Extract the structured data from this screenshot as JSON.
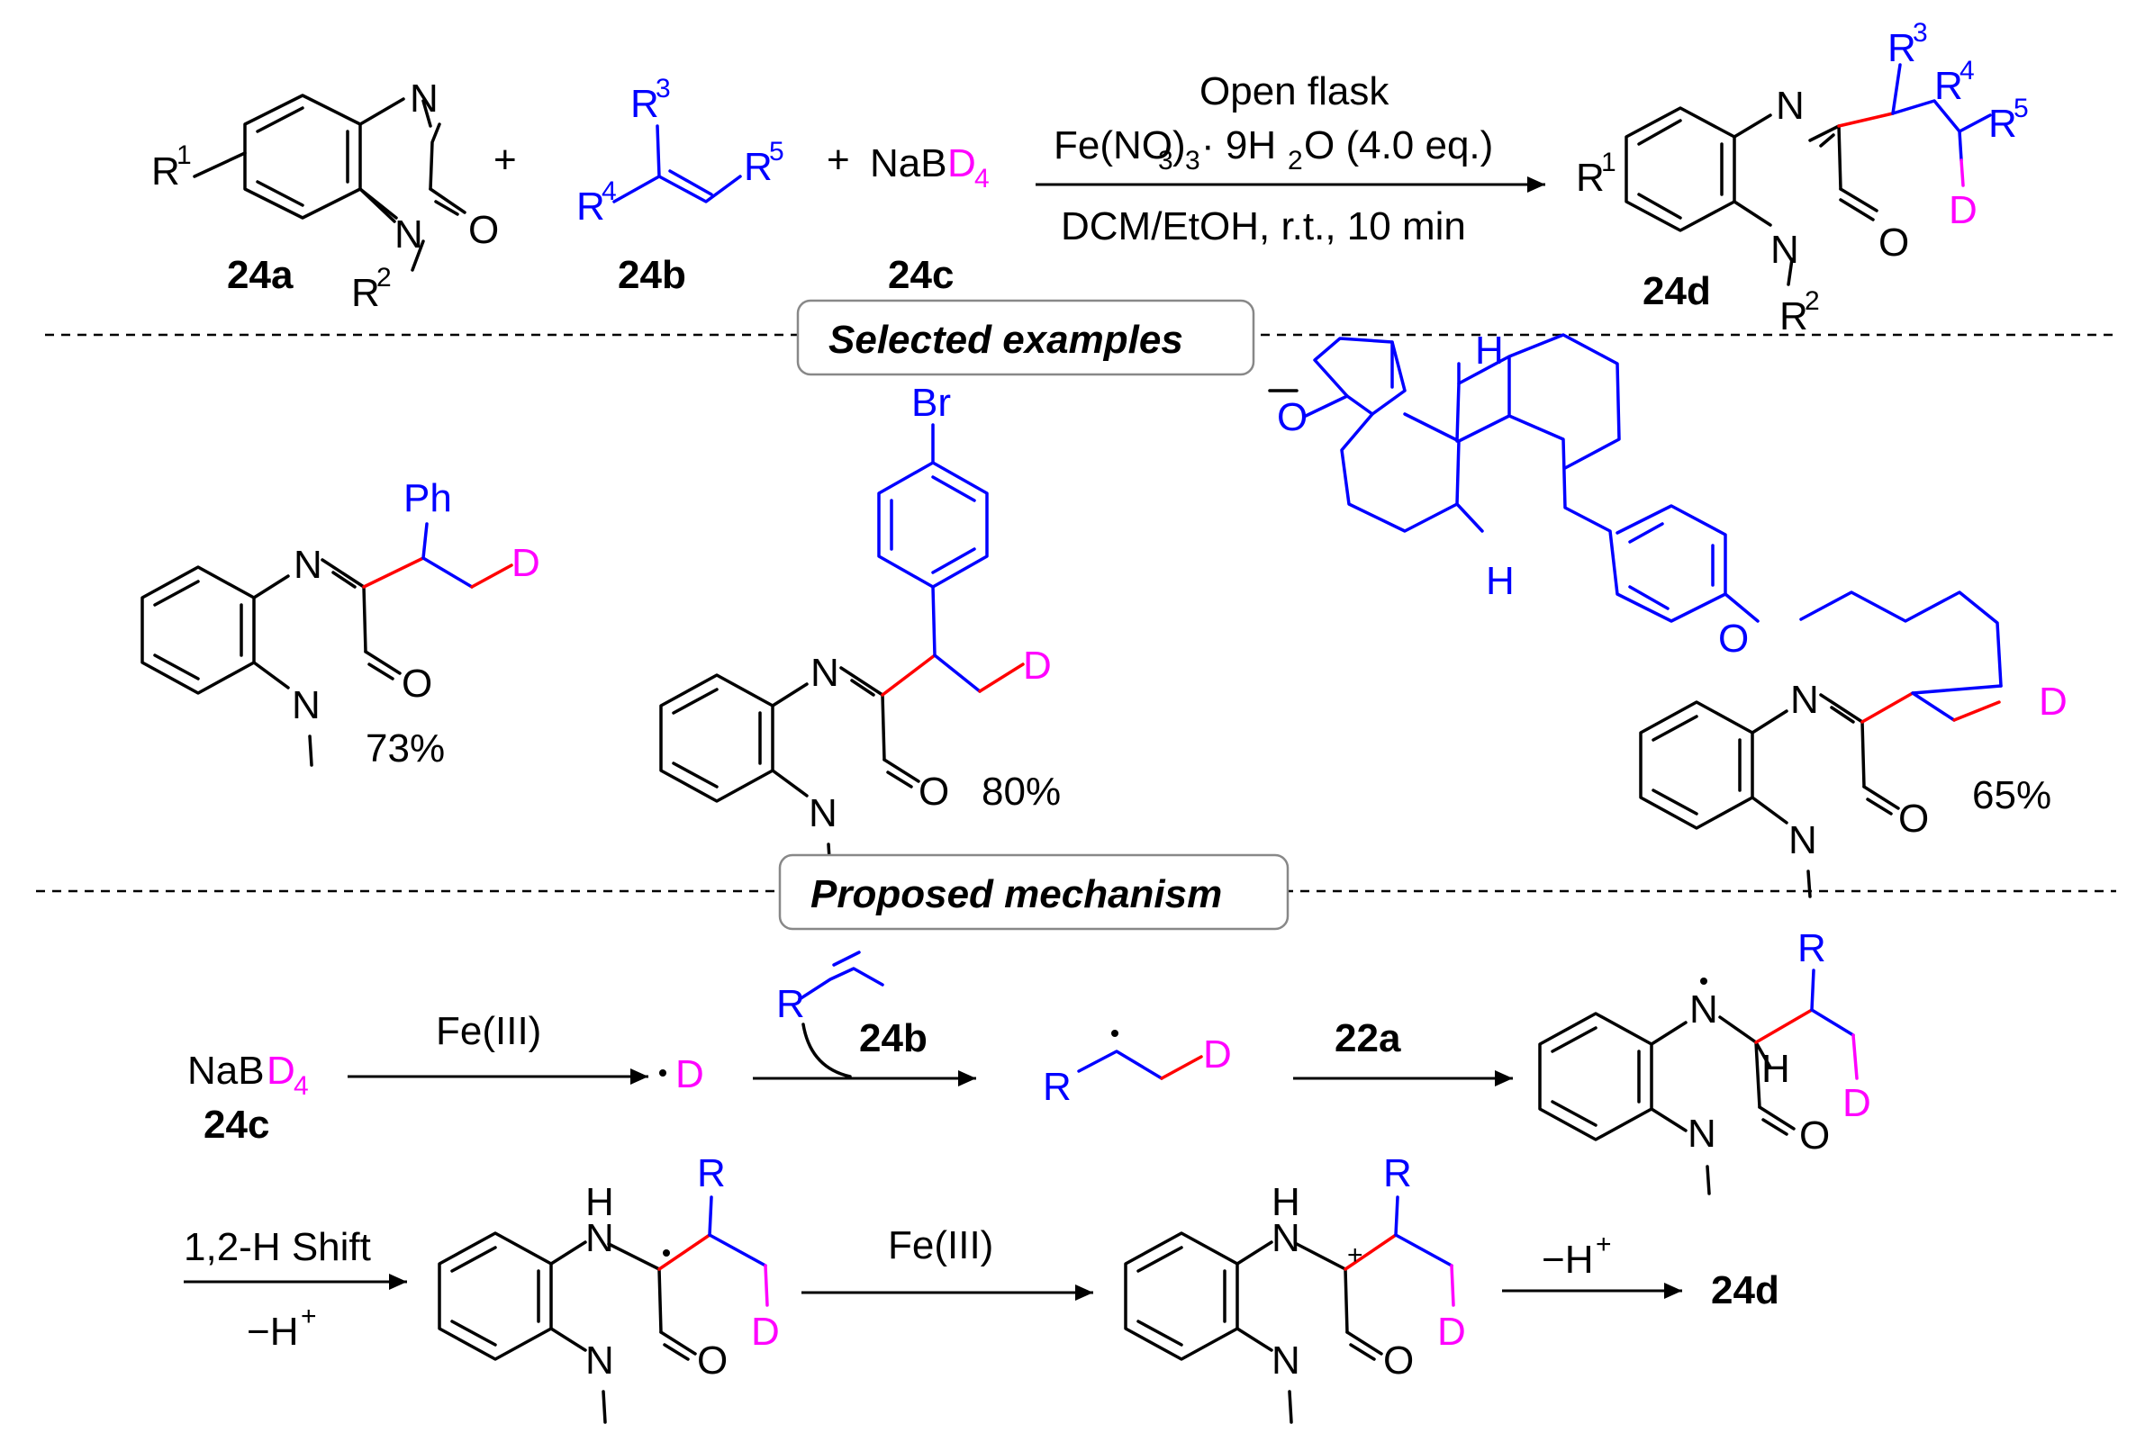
{
  "reaction": {
    "labels": {
      "quinoxalinone": "24a",
      "alkene": "24b",
      "borodeuteride": "24c",
      "product": "24d"
    },
    "reagent": "NaBD4",
    "conditions_top": [
      "Open flask",
      "Fe(NO3)3· 9H2O (4.0 eq.)"
    ],
    "conditions_bottom": "DCM/EtOH, r.t., 10 min",
    "substituents": [
      "R1",
      "R2",
      "R3",
      "R4",
      "R5"
    ]
  },
  "sections": {
    "examples_title": "Selected examples",
    "mechanism_title": "Proposed mechanism"
  },
  "examples": [
    {
      "substituent": "Ph",
      "yield": "73%"
    },
    {
      "substituent": "Br",
      "yield": "80%"
    },
    {
      "substituent": "estrone ether",
      "yield": "65%"
    }
  ],
  "mechanism": {
    "step1_reagent": "Fe(III)",
    "step2_label": "24b",
    "step3_label": "22a",
    "step4_top": "1,2-H Shift",
    "step4_bottom": "−H+",
    "step5_reagent": "Fe(III)",
    "step6_label": "−H+",
    "final": "24d"
  },
  "colors": {
    "new_bond": "#ff0000",
    "alkene_part": "#0000ff",
    "deuterium": "#ff00ff"
  }
}
